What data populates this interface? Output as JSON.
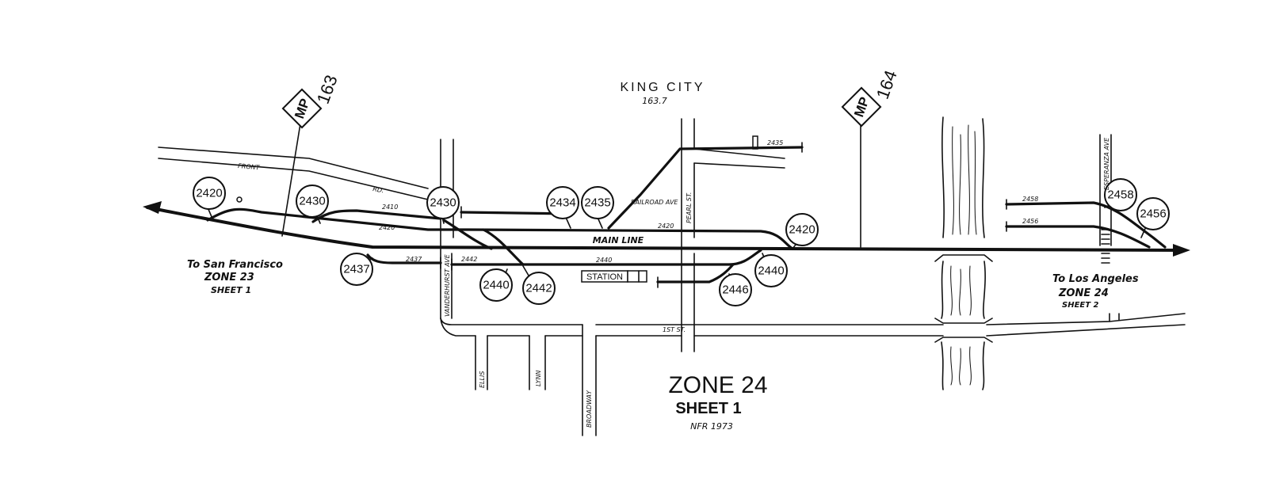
{
  "town": {
    "name": "KING CITY",
    "milepost": "163.7"
  },
  "mileposts": [
    {
      "prefix": "MP",
      "number": "163"
    },
    {
      "prefix": "MP",
      "number": "164"
    }
  ],
  "destinations": {
    "west": {
      "line1": "To San Francisco",
      "line2": "ZONE 23",
      "line3": "SHEET 1"
    },
    "east": {
      "line1": "To Los Angeles",
      "line2": "ZONE 24",
      "line3": "SHEET 2"
    }
  },
  "zone": {
    "title": "ZONE 24",
    "sheet": "SHEET 1",
    "note": "NFR 1973"
  },
  "tracks": {
    "main": "MAIN LINE",
    "t2410": "2410",
    "t2420_left": "2420",
    "t2420_mid": "2420",
    "t2437": "2437",
    "t2442": "2442",
    "t2440": "2440",
    "t2435": "2435",
    "t2458": "2458",
    "t2456": "2456"
  },
  "streets": {
    "front": "FRONT",
    "front_rd": "RD.",
    "railroad_ave": "RAILROAD AVE",
    "first_st": "1ST ST.",
    "broadway": "BROADWAY",
    "ellis": "ELLIS",
    "lynn": "LYNN",
    "vanderhurst": "VANDERHURST AVE",
    "pearl": "PEARL ST.",
    "east_ave": "ESPERANZA AVE"
  },
  "structures": {
    "station": "STATION"
  },
  "switches": [
    {
      "id": "2420"
    },
    {
      "id": "2430"
    },
    {
      "id": "2430"
    },
    {
      "id": "2434"
    },
    {
      "id": "2435"
    },
    {
      "id": "2420"
    },
    {
      "id": "2437"
    },
    {
      "id": "2440"
    },
    {
      "id": "2442"
    },
    {
      "id": "2446"
    },
    {
      "id": "2440"
    },
    {
      "id": "2458"
    },
    {
      "id": "2456"
    }
  ]
}
